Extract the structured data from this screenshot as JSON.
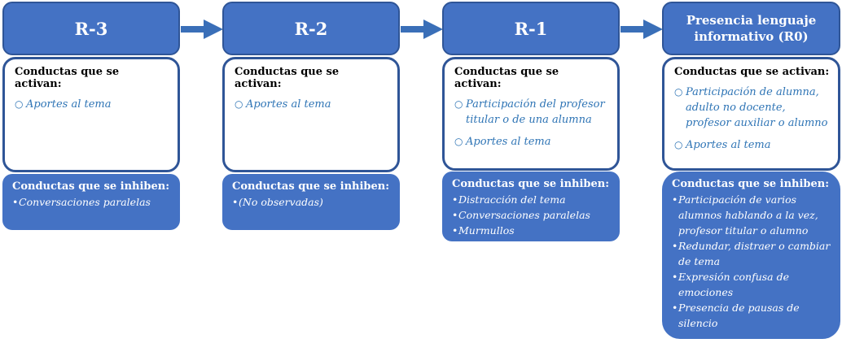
{
  "stages": [
    {
      "title": "R-3",
      "activated_title": "Conductas que se activan:",
      "activated": [
        "Aportes al tema"
      ],
      "inhibited_title": "Conductas que se inhiben:",
      "inhibited": [
        "Conversaciones paralelas"
      ]
    },
    {
      "title": "R-2",
      "activated_title": "Conductas que se activan:",
      "activated": [
        "Aportes al tema"
      ],
      "inhibited_title": "Conductas que se inhiben:",
      "inhibited": [
        "(No observadas)"
      ]
    },
    {
      "title": "R-1",
      "activated_title": "Conductas que se activan:",
      "activated": [
        "Participación del profesor titular o de una alumna",
        "Aportes al tema"
      ],
      "inhibited_title": "Conductas que se inhiben:",
      "inhibited": [
        "Distracción del tema",
        "Conversaciones paralelas",
        "Murmullos"
      ]
    },
    {
      "title": "Presencia lenguaje informativo (R0)",
      "activated_title": "Conductas que se activan:",
      "activated": [
        "Participación de alumna, adulto no docente, profesor auxiliar o alumno",
        "Aportes al tema"
      ],
      "inhibited_title": "Conductas que se inhiben:",
      "inhibited": [
        "Participación de varios alumnos hablando a la vez, profesor titular o alumno",
        "Redundar, distraer o cambiar de tema",
        "Expresión confusa de emociones",
        "Presencia de pausas de silencio"
      ]
    }
  ],
  "colors": {
    "header": "#4472c4",
    "border": "#2f5597",
    "active_text": "#2e74b5",
    "arrow": "#3a6fb8"
  }
}
